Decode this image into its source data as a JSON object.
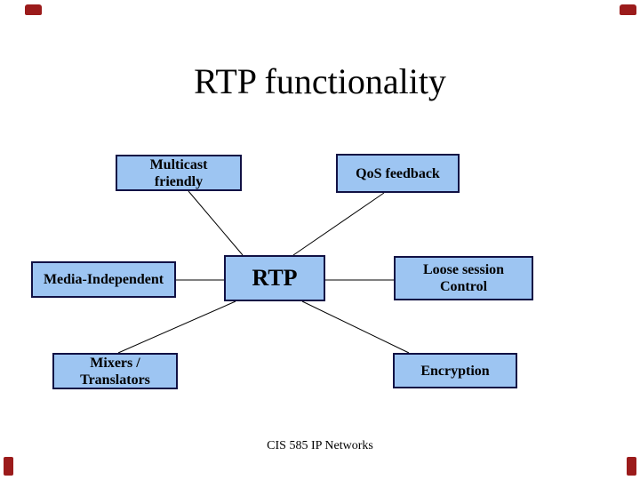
{
  "slide": {
    "title": "RTP functionality",
    "footer": "CIS 585 IP Networks",
    "center_node": {
      "id": "rtp",
      "label": "RTP"
    },
    "nodes": [
      {
        "id": "multicast-friendly",
        "label": "Multicast\nfriendly"
      },
      {
        "id": "qos-feedback",
        "label": "QoS feedback"
      },
      {
        "id": "media-independent",
        "label": "Media-Independent"
      },
      {
        "id": "loose-session-control",
        "label": "Loose session\nControl"
      },
      {
        "id": "mixers-translators",
        "label": "Mixers /\nTranslators"
      },
      {
        "id": "encryption",
        "label": "Encryption"
      }
    ],
    "edges": [
      {
        "from": "rtp",
        "to": "multicast-friendly"
      },
      {
        "from": "rtp",
        "to": "qos-feedback"
      },
      {
        "from": "rtp",
        "to": "media-independent"
      },
      {
        "from": "rtp",
        "to": "loose-session-control"
      },
      {
        "from": "rtp",
        "to": "mixers-translators"
      },
      {
        "from": "rtp",
        "to": "encryption"
      }
    ],
    "colors": {
      "node_fill": "#9dc5f2",
      "node_border": "#111144",
      "connector_line": "#000000",
      "corner_mark": "#9b1b1b",
      "text": "#000000",
      "background": "#ffffff"
    }
  }
}
